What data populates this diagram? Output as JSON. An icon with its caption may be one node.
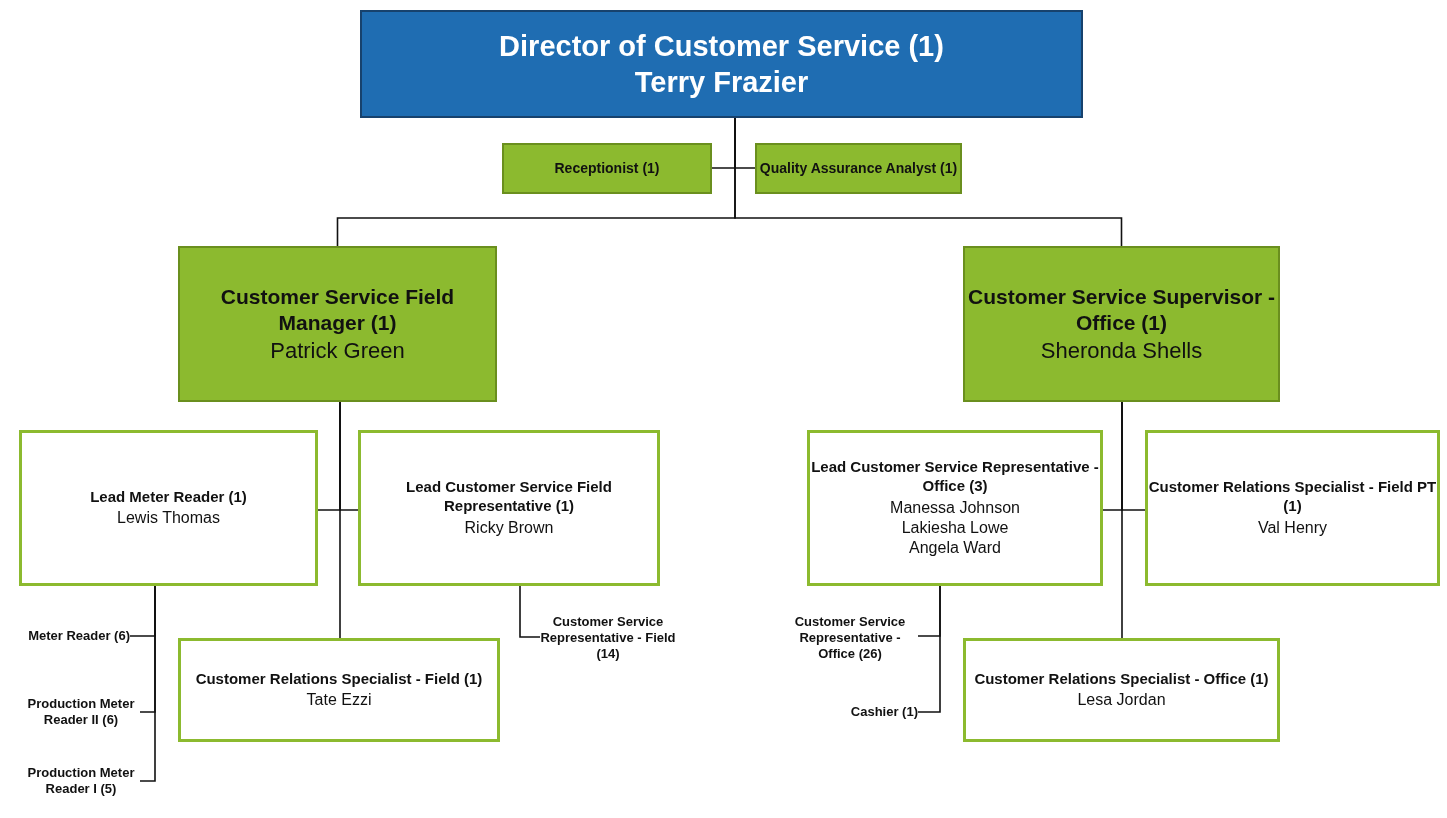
{
  "diagram": {
    "nodes": [
      {
        "text": [
          "Director of Customer Service (1)",
          "Terry Frazier"
        ]
      },
      {
        "text": [
          "Receptionist (1)"
        ]
      },
      {
        "text": [
          "Quality Assurance Analyst (1)"
        ]
      },
      {
        "text": [
          "Customer Service Field Manager (1)",
          "Patrick Green"
        ]
      },
      {
        "text": [
          "Customer Service Supervisor - Office (1)",
          "Sheronda Shells"
        ]
      },
      {
        "text": [
          "Lead Meter Reader (1)",
          "Lewis Thomas"
        ]
      },
      {
        "text": [
          "Lead Customer Service Field Representative (1)",
          "Ricky Brown"
        ]
      },
      {
        "text": [
          "Lead Customer Service Representative - Office (3)",
          "Manessa Johnson",
          "Lakiesha Lowe",
          "Angela Ward"
        ]
      },
      {
        "text": [
          "Customer Relations Specialist - Field PT (1)",
          "Val Henry"
        ]
      },
      {
        "text": [
          "Meter Reader (6)"
        ]
      },
      {
        "text": [
          "Customer Service Representative - Field (14)"
        ]
      },
      {
        "text": [
          "Customer Relations Specialist - Field (1)",
          "Tate Ezzi"
        ]
      },
      {
        "text": [
          "Customer Service Representative - Office (26)"
        ]
      },
      {
        "text": [
          "Customer Relations Specialist - Office (1)",
          "Lesa Jordan"
        ]
      },
      {
        "text": [
          "Production Meter Reader II (6)"
        ]
      },
      {
        "text": [
          "Cashier (1)"
        ]
      },
      {
        "text": [
          "Production Meter Reader I (5)"
        ]
      }
    ],
    "edges": [
      {
        "from": 0,
        "to": 1,
        "arrow": "none"
      },
      {
        "from": 0,
        "to": 2,
        "arrow": "none"
      },
      {
        "from": 0,
        "to": 3,
        "arrow": "none"
      },
      {
        "from": 0,
        "to": 4,
        "arrow": "none"
      },
      {
        "from": 3,
        "to": 5,
        "arrow": "none"
      },
      {
        "from": 3,
        "to": 6,
        "arrow": "none"
      },
      {
        "from": 3,
        "to": 11,
        "arrow": "none"
      },
      {
        "from": 4,
        "to": 7,
        "arrow": "none"
      },
      {
        "from": 4,
        "to": 8,
        "arrow": "none"
      },
      {
        "from": 4,
        "to": 13,
        "arrow": "none"
      },
      {
        "from": 5,
        "to": 9,
        "arrow": "none"
      },
      {
        "from": 5,
        "to": 14,
        "arrow": "none"
      },
      {
        "from": 5,
        "to": 16,
        "arrow": "none"
      },
      {
        "from": 6,
        "to": 10,
        "arrow": "none"
      },
      {
        "from": 7,
        "to": 12,
        "arrow": "none"
      },
      {
        "from": 7,
        "to": 15,
        "arrow": "none"
      }
    ]
  }
}
